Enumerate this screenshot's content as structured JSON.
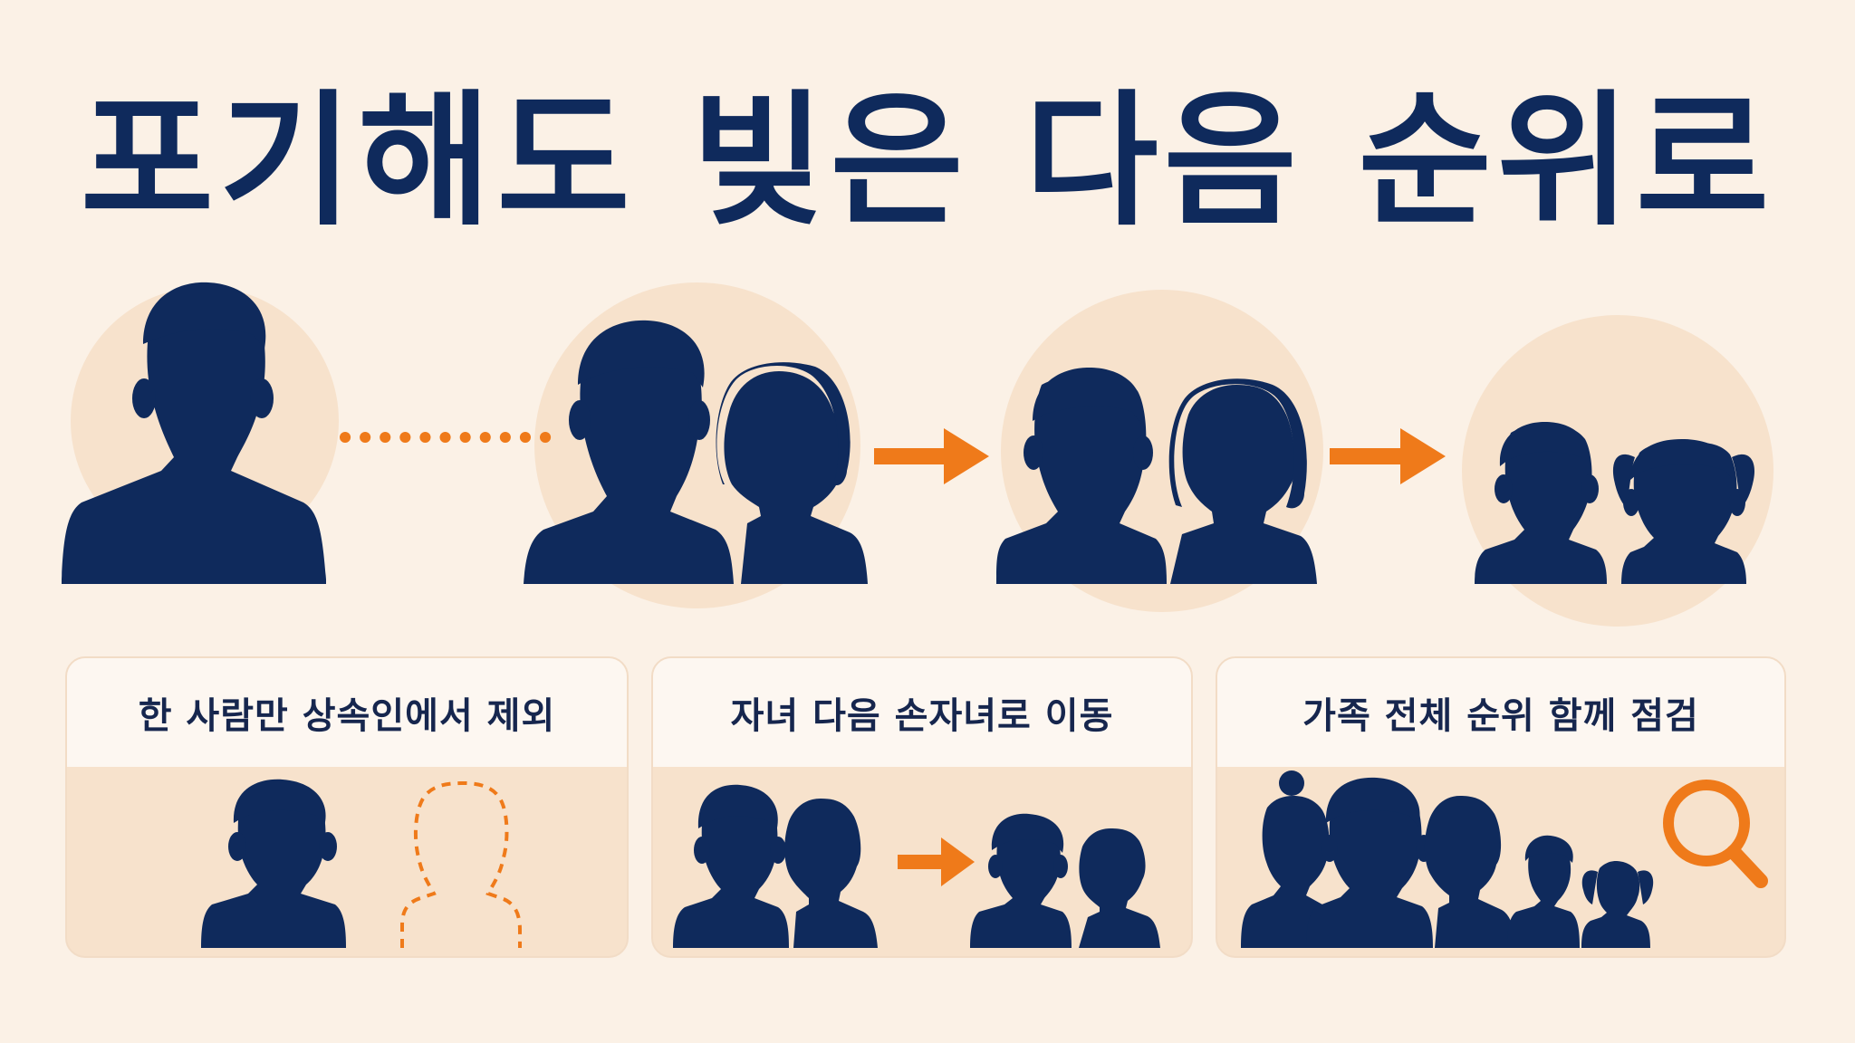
{
  "title": "포기해도 빚은 다음 순위로",
  "colors": {
    "background": "#fbf1e6",
    "navy": "#0f2a5c",
    "accent_orange": "#ef7a1a",
    "circle_peach": "#f7e2cc",
    "card_header": "#fdf7f1"
  },
  "top_flow": {
    "groups": [
      {
        "name": "renouncing-heir",
        "people": [
          "man"
        ]
      },
      {
        "name": "couple",
        "people": [
          "man",
          "woman"
        ]
      },
      {
        "name": "next-couple",
        "people": [
          "man",
          "woman"
        ]
      },
      {
        "name": "grandchildren",
        "people": [
          "boy",
          "girl"
        ]
      }
    ],
    "connectors": [
      "dotted-line",
      "arrow-icon",
      "arrow-icon"
    ]
  },
  "cards": [
    {
      "label": "한 사람만 상속인에서 제외",
      "icons": [
        "person-icon",
        "removed-person-outline-icon"
      ]
    },
    {
      "label": "자녀 다음 손자녀로 이동",
      "icons": [
        "couple-icon",
        "arrow-icon",
        "children-icon"
      ]
    },
    {
      "label": "가족 전체 순위 함께 점검",
      "icons": [
        "family-icon",
        "magnifier-icon"
      ]
    }
  ]
}
